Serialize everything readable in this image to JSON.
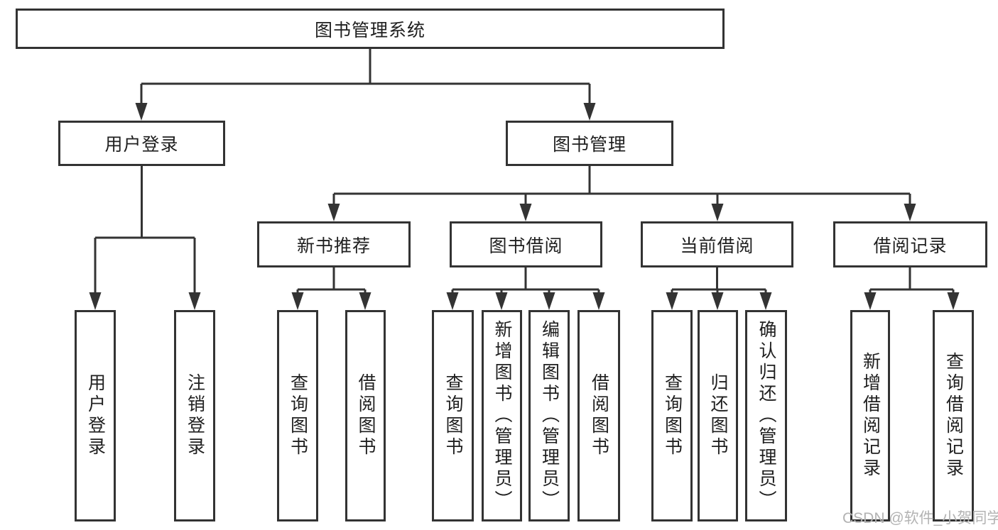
{
  "diagram": {
    "title": "图书管理系统",
    "nodes": {
      "root": "图书管理系统",
      "user_login": "用户登录",
      "book_mgmt": "图书管理",
      "new_book_rec": "新书推荐",
      "book_borrow": "图书借阅",
      "current_borrow": "当前借阅",
      "borrow_records": "借阅记录",
      "leaf_user_login": "用户登录",
      "leaf_logout": "注销登录",
      "leaf_query_book_rec": "查询图书",
      "leaf_borrow_book_rec": "借阅图书",
      "leaf_query_book_borrow": "查询图书",
      "leaf_add_book_admin": "新增图书（管理员）",
      "leaf_edit_book_admin": "编辑图书（管理员）",
      "leaf_borrow_book_borrow": "借阅图书",
      "leaf_query_book_current": "查询图书",
      "leaf_return_book": "归还图书",
      "leaf_confirm_return_admin": "确认归还（管理员）",
      "leaf_add_borrow_record": "新增借阅记录",
      "leaf_query_borrow_record": "查询借阅记录"
    },
    "edges": [
      [
        "root",
        "user_login"
      ],
      [
        "root",
        "book_mgmt"
      ],
      [
        "user_login",
        "leaf_user_login"
      ],
      [
        "user_login",
        "leaf_logout"
      ],
      [
        "book_mgmt",
        "new_book_rec"
      ],
      [
        "book_mgmt",
        "book_borrow"
      ],
      [
        "book_mgmt",
        "current_borrow"
      ],
      [
        "book_mgmt",
        "borrow_records"
      ],
      [
        "new_book_rec",
        "leaf_query_book_rec"
      ],
      [
        "new_book_rec",
        "leaf_borrow_book_rec"
      ],
      [
        "book_borrow",
        "leaf_query_book_borrow"
      ],
      [
        "book_borrow",
        "leaf_add_book_admin"
      ],
      [
        "book_borrow",
        "leaf_edit_book_admin"
      ],
      [
        "book_borrow",
        "leaf_borrow_book_borrow"
      ],
      [
        "current_borrow",
        "leaf_query_book_current"
      ],
      [
        "current_borrow",
        "leaf_return_book"
      ],
      [
        "current_borrow",
        "leaf_confirm_return_admin"
      ],
      [
        "borrow_records",
        "leaf_add_borrow_record"
      ],
      [
        "borrow_records",
        "leaf_query_borrow_record"
      ]
    ]
  },
  "watermark": {
    "text": "CSDN @软件_小贺同学"
  },
  "colors": {
    "line": "#333333",
    "text": "#1f1f1f",
    "box_background": "#ffffff",
    "page_background": "#ffffff",
    "watermark": "#b3b3b3"
  }
}
